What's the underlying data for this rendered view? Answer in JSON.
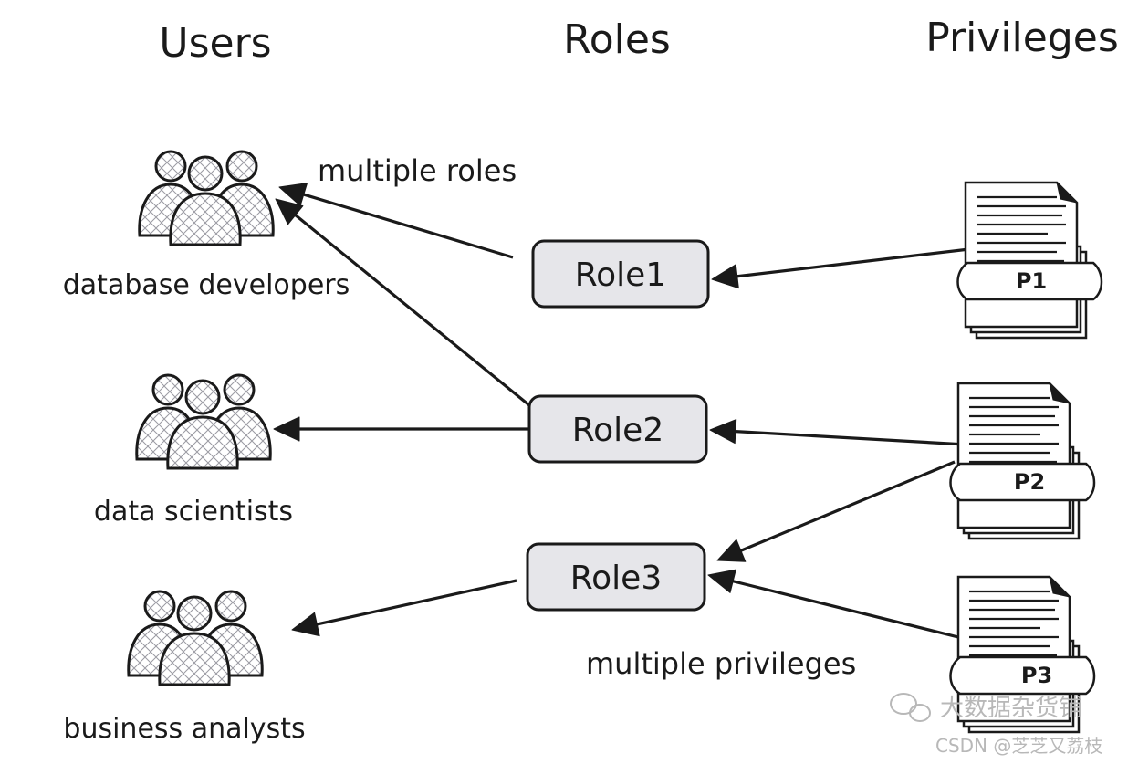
{
  "headers": {
    "users": "Users",
    "roles": "Roles",
    "privileges": "Privileges"
  },
  "notes": {
    "multiple_roles": "multiple roles",
    "multiple_privileges": "multiple privileges"
  },
  "users": [
    {
      "id": "u1",
      "label": "database developers"
    },
    {
      "id": "u2",
      "label": "data scientists"
    },
    {
      "id": "u3",
      "label": "business analysts"
    }
  ],
  "roles": [
    {
      "id": "r1",
      "label": "Role1"
    },
    {
      "id": "r2",
      "label": "Role2"
    },
    {
      "id": "r3",
      "label": "Role3"
    }
  ],
  "privileges": [
    {
      "id": "p1",
      "label": "P1"
    },
    {
      "id": "p2",
      "label": "P2"
    },
    {
      "id": "p3",
      "label": "P3"
    }
  ],
  "edges": [
    {
      "from": "p1",
      "to": "r1"
    },
    {
      "from": "p2",
      "to": "r2"
    },
    {
      "from": "p2",
      "to": "r3"
    },
    {
      "from": "p3",
      "to": "r3"
    },
    {
      "from": "r1",
      "to": "u1"
    },
    {
      "from": "r2",
      "to": "u1"
    },
    {
      "from": "r2",
      "to": "u2"
    },
    {
      "from": "r3",
      "to": "u3"
    }
  ],
  "watermark": {
    "account": "大数据杂货铺",
    "credit": "CSDN @芝芝又荔枝"
  }
}
